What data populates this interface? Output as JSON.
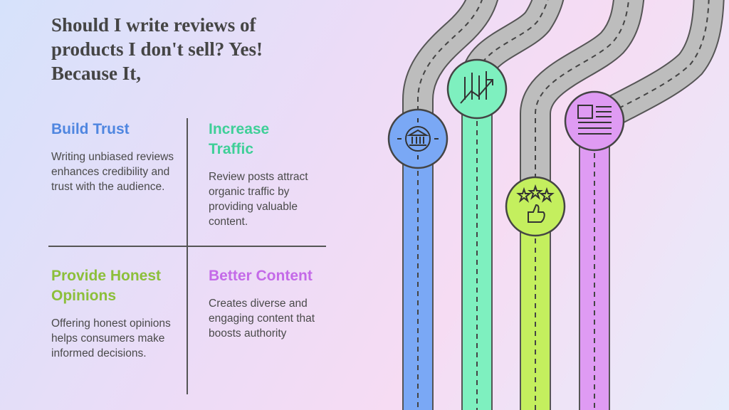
{
  "title": "Should I write reviews of products I don't sell? Yes! Because It,",
  "cards": [
    {
      "heading": "Build Trust",
      "body": "Writing unbiased reviews enhances credibility and trust with the audience.",
      "color": "#4f86e0"
    },
    {
      "heading": "Increase Traffic",
      "body": "Review posts attract organic traffic by providing valuable content.",
      "color": "#3fcf98"
    },
    {
      "heading": "Provide Honest Opinions",
      "body": "Offering honest opinions helps consumers make informed decisions.",
      "color": "#8cbf3a"
    },
    {
      "heading": "Better Content",
      "body": "Creates diverse and engaging content that boosts authority",
      "color": "#c46ae8"
    }
  ],
  "roads": [
    {
      "icon": "bank-icon",
      "color": "#7aa8f5"
    },
    {
      "icon": "growth-chart-icon",
      "color": "#7ef0bf"
    },
    {
      "icon": "stars-thumbs-up-icon",
      "color": "#c4ef5e"
    },
    {
      "icon": "document-icon",
      "color": "#df9bf3"
    }
  ]
}
